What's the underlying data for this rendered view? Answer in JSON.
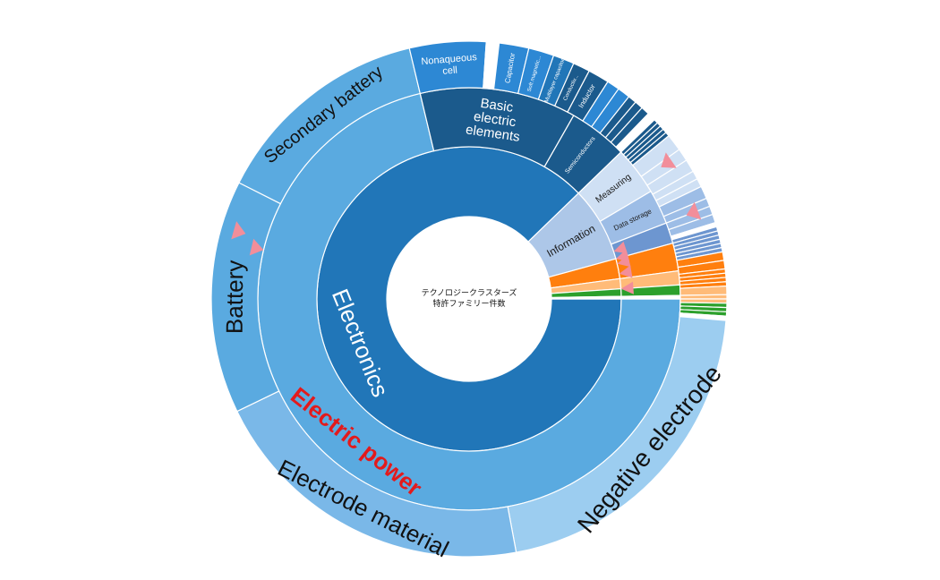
{
  "chart_data": {
    "type": "sunburst",
    "center_title": [
      "テクノロジークラスターズ",
      "特許ファミリー件数"
    ],
    "rings": {
      "inner": [
        {
          "name": "Electronics",
          "value": 330,
          "color": "#2176b8",
          "label_color": "#ffffff",
          "label_size": 26
        },
        {
          "name": "Information",
          "value": 30,
          "color": "#adc7e8",
          "label_color": "#1a1a1a",
          "label_size": 12
        },
        {
          "name": "",
          "value": 8,
          "color": "#ff7f0e"
        },
        {
          "name": "",
          "value": 4,
          "color": "#ffbb78"
        },
        {
          "name": "",
          "value": 3,
          "color": "#2ca02c"
        },
        {
          "name": "",
          "value": 1,
          "color": "#ffffff"
        }
      ],
      "middle": [
        {
          "name": "Electric power",
          "value": 268,
          "color": "#5aaae0",
          "label_color": "#e31a1c",
          "label_size": 26,
          "label_weight": "bold"
        },
        {
          "name": "Basic electric elements",
          "value": 45,
          "color": "#1b5a8c",
          "label_color": "#ffffff",
          "label_size": 15
        },
        {
          "name": "Semiconductors",
          "value": 17,
          "color": "#1b5a8c",
          "label_color": "#ffffff",
          "label_size": 7
        },
        {
          "name": "Measuring",
          "value": 14,
          "color": "#cfe0f4",
          "label_color": "#1a1a1a",
          "label_size": 10
        },
        {
          "name": "Data storage",
          "value": 10,
          "color": "#9dbde6",
          "label_color": "#1a1a1a",
          "label_size": 8
        },
        {
          "name": "",
          "value": 6,
          "color": "#6d96d0"
        },
        {
          "name": "",
          "value": 8,
          "color": "#ff7f0e"
        },
        {
          "name": "",
          "value": 4,
          "color": "#ffbb78"
        },
        {
          "name": "",
          "value": 3,
          "color": "#2ca02c"
        },
        {
          "name": "",
          "value": 1,
          "color": "#ffffff"
        }
      ],
      "outer": [
        {
          "name": "Negative electrode",
          "value": 83,
          "color": "#9ccdf0",
          "label_color": "#111111",
          "label_size": 28
        },
        {
          "name": "Electrode material",
          "value": 78,
          "color": "#7ab8e8",
          "label_color": "#111111",
          "label_size": 26
        },
        {
          "name": "Battery",
          "value": 55,
          "color": "#5aaae0",
          "label_color": "#111111",
          "label_size": 26
        },
        {
          "name": "Secondary battery",
          "value": 52,
          "color": "#5aaae0",
          "label_color": "#111111",
          "label_size": 20
        },
        {
          "name": "Nonaqueous cell",
          "value": 18,
          "color": "#2d88d4",
          "label_color": "#ffffff",
          "label_size": 11
        },
        {
          "name": "",
          "value": 3,
          "color": "#ffffff"
        },
        {
          "name": "Capacitor",
          "value": 7,
          "color": "#2d88d4",
          "label_color": "#ffffff",
          "label_size": 8
        },
        {
          "name": "Soft magnetic...",
          "value": 6,
          "color": "#2d88d4",
          "label_color": "#ffffff",
          "label_size": 6
        },
        {
          "name": "Multilayer capacitor",
          "value": 5,
          "color": "#2176b8",
          "label_color": "#ffffff",
          "label_size": 6
        },
        {
          "name": "Conductiv...",
          "value": 4,
          "color": "#1b5a8c",
          "label_color": "#ffffff",
          "label_size": 6
        },
        {
          "name": "Inductor",
          "value": 5,
          "color": "#1b5a8c",
          "label_color": "#ffffff",
          "label_size": 8
        },
        {
          "name": "",
          "value": 3,
          "color": "#2d88d4"
        },
        {
          "name": "",
          "value": 3,
          "color": "#2d88d4"
        },
        {
          "name": "",
          "value": 2,
          "color": "#1b5a8c"
        },
        {
          "name": "",
          "value": 2,
          "color": "#1b5a8c"
        },
        {
          "name": "",
          "value": 2,
          "color": "#1b5a8c"
        },
        {
          "name": "",
          "value": 2,
          "color": "#ffffff"
        },
        {
          "name": "",
          "value": 1,
          "color": "#1b5a8c"
        },
        {
          "name": "",
          "value": 1,
          "color": "#1b5a8c"
        },
        {
          "name": "",
          "value": 1,
          "color": "#1b5a8c"
        },
        {
          "name": "",
          "value": 1,
          "color": "#1b5a8c"
        },
        {
          "name": "",
          "value": 1,
          "color": "#1b5a8c"
        },
        {
          "name": "",
          "value": 4,
          "color": "#cfe0f4"
        },
        {
          "name": "",
          "value": 3,
          "color": "#cfe0f4"
        },
        {
          "name": "",
          "value": 3,
          "color": "#cfe0f4"
        },
        {
          "name": "",
          "value": 2,
          "color": "#cfe0f4"
        },
        {
          "name": "",
          "value": 2,
          "color": "#cfe0f4"
        },
        {
          "name": "",
          "value": 3,
          "color": "#9dbde6"
        },
        {
          "name": "",
          "value": 2,
          "color": "#9dbde6"
        },
        {
          "name": "",
          "value": 2,
          "color": "#9dbde6"
        },
        {
          "name": "",
          "value": 2,
          "color": "#9dbde6"
        },
        {
          "name": "",
          "value": 1,
          "color": "#ffffff"
        },
        {
          "name": "",
          "value": 1,
          "color": "#6d96d0"
        },
        {
          "name": "",
          "value": 1,
          "color": "#6d96d0"
        },
        {
          "name": "",
          "value": 1,
          "color": "#6d96d0"
        },
        {
          "name": "",
          "value": 1,
          "color": "#6d96d0"
        },
        {
          "name": "",
          "value": 1,
          "color": "#6d96d0"
        },
        {
          "name": "",
          "value": 1,
          "color": "#6d96d0"
        },
        {
          "name": "",
          "value": 2,
          "color": "#ff7f0e"
        },
        {
          "name": "",
          "value": 2,
          "color": "#ff7f0e"
        },
        {
          "name": "",
          "value": 1,
          "color": "#ff7f0e"
        },
        {
          "name": "",
          "value": 1,
          "color": "#ff7f0e"
        },
        {
          "name": "",
          "value": 1,
          "color": "#ff7f0e"
        },
        {
          "name": "",
          "value": 1,
          "color": "#ff7f0e"
        },
        {
          "name": "",
          "value": 2,
          "color": "#ffbb78"
        },
        {
          "name": "",
          "value": 1,
          "color": "#ffbb78"
        },
        {
          "name": "",
          "value": 1,
          "color": "#ffbb78"
        },
        {
          "name": "",
          "value": 1,
          "color": "#2ca02c"
        },
        {
          "name": "",
          "value": 1,
          "color": "#2ca02c"
        },
        {
          "name": "",
          "value": 1,
          "color": "#2ca02c"
        },
        {
          "name": "",
          "value": 1,
          "color": "#ffffff"
        }
      ]
    },
    "markers_note": "pink triangle markers",
    "marker_color": "#f28e9a",
    "marker_positions_value": [
      202,
      205,
      340,
      354,
      357,
      360,
      362,
      366,
      372
    ]
  }
}
